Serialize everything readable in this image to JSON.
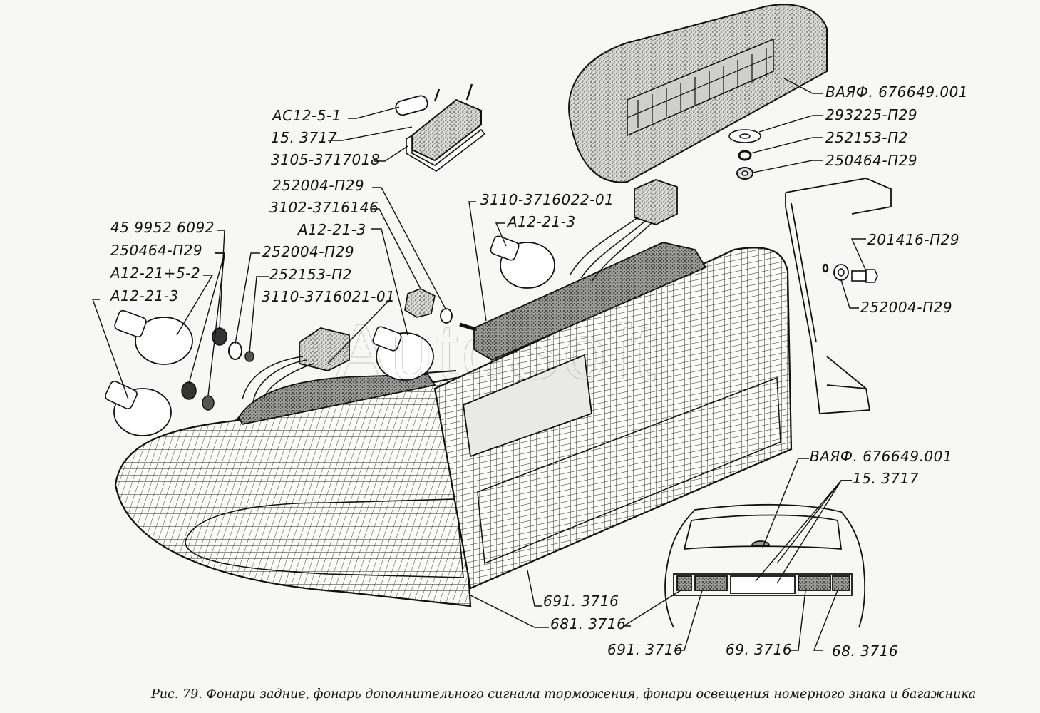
{
  "figure": {
    "caption": "Рис. 79. Фонари задние, фонарь дополнительного сигнала торможения, фонари освещения номерного знака и багажника",
    "watermark": "AutoSoft",
    "line_color": "#111111",
    "paper_color": "#f7f7f5"
  },
  "labels": {
    "license_lamp_bulb": "АС12-5-1",
    "license_lamp": "15. 3717",
    "license_lamp_gasket": "3105-3717018",
    "washer_right_top": "252004-П29",
    "bulb_socket": "3102-3716146",
    "bulb_right_lower": "А12-21-3",
    "right_lamp_housing": "3110-3716022-01",
    "bulb_right_upper": "А12-21-3",
    "left_connector": "45 9952 6092",
    "left_nut": "250464-П29",
    "left_bulb_dual": "А12-21+5-2",
    "left_bulb": "А12-21-3",
    "left_washer": "252004-П29",
    "left_spring_washer": "252153-П2",
    "left_lamp_housing": "3110-3716021-01",
    "brake_light": "ВАЯФ. 676649.001",
    "brake_washer": "293225-П29",
    "brake_spring_washer": "252153-П2",
    "brake_nut": "250464-П29",
    "bracket_bolt": "201416-П29",
    "bracket_washer": "252004-П29",
    "inset_brake_light": "ВАЯФ. 676649.001",
    "inset_license_lamps": "15. 3717",
    "inner_lamp": "691. 3716",
    "outer_lamp": "681. 3716",
    "inset_inner_left": "691. 3716",
    "inset_inner_right": "69. 3716",
    "inset_outer_right": "68. 3716"
  }
}
